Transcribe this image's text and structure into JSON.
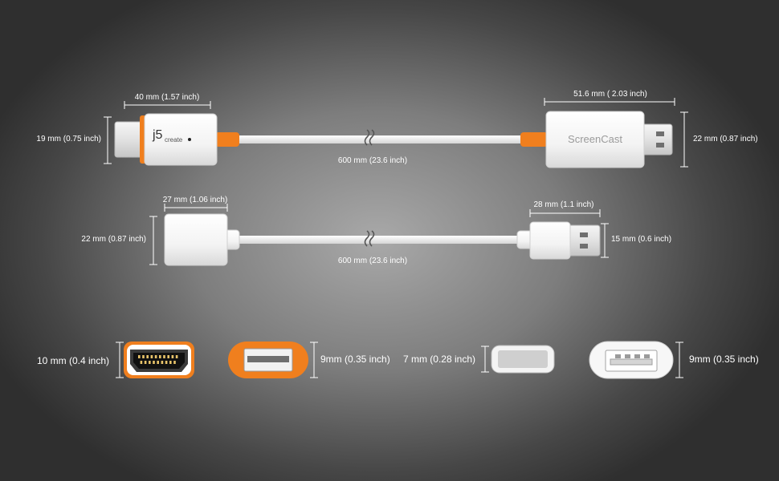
{
  "cable1": {
    "hdmi_length": "40 mm (1.57 inch)",
    "hdmi_height": "19 mm (0.75 inch)",
    "cable_length": "600 mm (23.6 inch)",
    "dongle_length": "51.6 mm ( 2.03 inch)",
    "dongle_height": "22 mm (0.87 inch)",
    "logo_j5": "j5",
    "logo_create": "create",
    "dongle_label": "ScreenCast"
  },
  "cable2": {
    "socket_length": "27 mm (1.06 inch)",
    "socket_height": "22 mm (0.87 inch)",
    "cable_length": "600 mm (23.6 inch)",
    "plug_length": "28 mm (1.1 inch)",
    "plug_height": "15 mm (0.6 inch)"
  },
  "ports": {
    "hdmi_height": "10 mm (0.4 inch)",
    "usb_orange_height": "9mm (0.35 inch)",
    "usb_white_height": "7 mm (0.28 inch)",
    "usb_socket_height": "9mm (0.35 inch)"
  },
  "colors": {
    "accent": "#f07f1e",
    "body": "#f4f4f4",
    "dimension_line": "#ffffff"
  }
}
